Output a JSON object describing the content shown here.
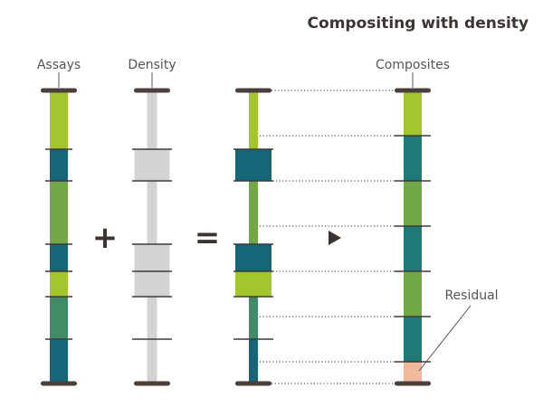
{
  "title": "Compositing with density",
  "labels": {
    "assays": "Assays",
    "density": "Density",
    "composites": "Composites",
    "residual": "Residual"
  },
  "operators": {
    "plus": "+",
    "equals": "="
  },
  "colors": {
    "cap": "#4a3f3a",
    "separator": "#3f3a36",
    "dotted_line": "#2f2f2f",
    "arrow": "#3b332f",
    "density_gray": "#d3d3d3",
    "lime": "#a3c62c",
    "green": "#72a748",
    "teal_dark": "#156679",
    "teal_mid": "#217a7a",
    "sea_green": "#3f8c67",
    "residual_salmon": "#f3b99d"
  },
  "columns": {
    "assays": {
      "segments": [
        {
          "color": "lime"
        },
        {
          "color": "teal_dark"
        },
        {
          "color": "green"
        },
        {
          "color": "teal_dark"
        },
        {
          "color": "lime"
        },
        {
          "color": "sea_green"
        },
        {
          "color": "teal_dark"
        }
      ]
    },
    "density": {
      "segments": [
        {
          "level": "low"
        },
        {
          "level": "high"
        },
        {
          "level": "low"
        },
        {
          "level": "high"
        },
        {
          "level": "high"
        },
        {
          "level": "low"
        },
        {
          "level": "low"
        }
      ]
    },
    "combined": {
      "segments": [
        {
          "color": "lime"
        },
        {
          "color": "teal_dark"
        },
        {
          "color": "green"
        },
        {
          "color": "teal_dark"
        },
        {
          "color": "lime"
        },
        {
          "color": "sea_green"
        },
        {
          "color": "teal_dark"
        }
      ]
    },
    "composites": {
      "segments": [
        {
          "color": "lime"
        },
        {
          "color": "teal_mid"
        },
        {
          "color": "green"
        },
        {
          "color": "teal_mid"
        },
        {
          "color": "green"
        },
        {
          "color": "teal_mid"
        },
        {
          "color": "residual_salmon",
          "kind": "residual"
        }
      ]
    }
  }
}
